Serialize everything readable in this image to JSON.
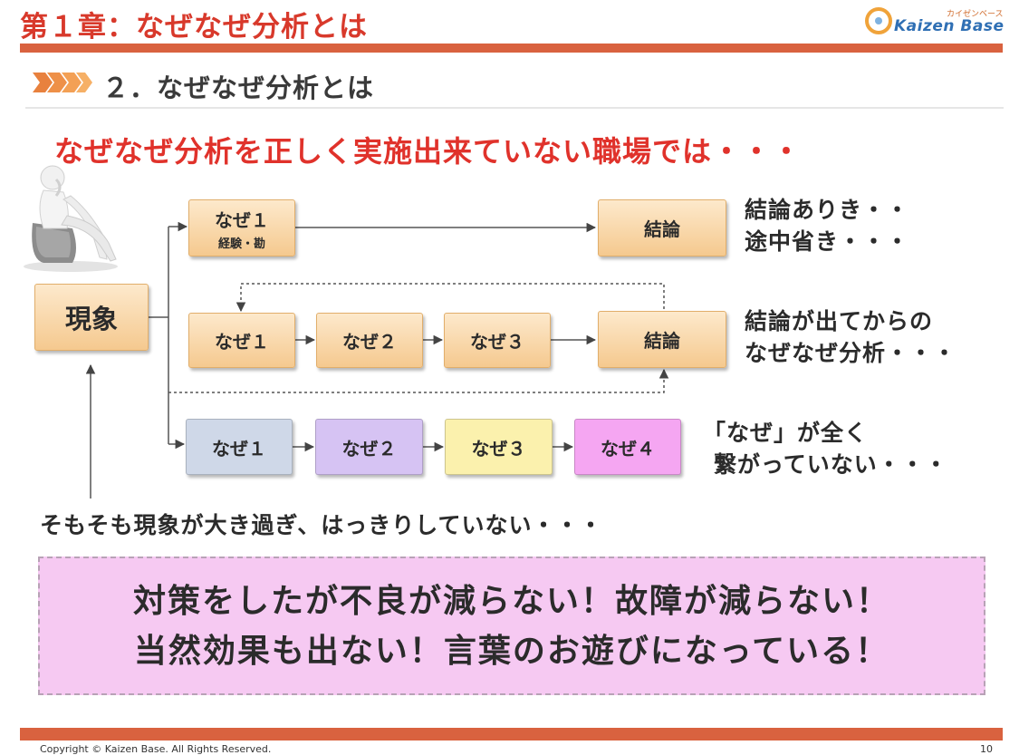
{
  "header": {
    "chapter_title": "第１章：なぜなぜ分析とは",
    "logo_small": "カイゼンベース",
    "logo_name": "Kaizen Base"
  },
  "section": {
    "title": "２．なぜなぜ分析とは"
  },
  "headline": "なぜなぜ分析を正しく実施出来ていない職場では・・・",
  "phenomenon": "現象",
  "row1": {
    "why_label": "なぜ１",
    "why_sub": "経験・勘",
    "conclusion": "結論",
    "note_lines": [
      "結論ありき・・",
      "途中省き・・・"
    ]
  },
  "row2": {
    "whys": [
      "なぜ１",
      "なぜ２",
      "なぜ３"
    ],
    "conclusion": "結論",
    "note_lines": [
      "結論が出てからの",
      "なぜなぜ分析・・・"
    ]
  },
  "row3": {
    "whys": [
      "なぜ１",
      "なぜ２",
      "なぜ３",
      "なぜ４"
    ],
    "colors": [
      "#cfd8e8",
      "#d6c3f3",
      "#fbf1ad",
      "#f5a6f2"
    ],
    "note_lines": [
      "「なぜ」が全く",
      "繋がっていない・・・"
    ]
  },
  "bottom_note": "そもそも現象が大き過ぎ、はっきりしていない・・・",
  "callout": {
    "lines": [
      "対策をしたが不良が減らない！故障が減らない！",
      "当然効果も出ない！言葉のお遊びになっている！"
    ]
  },
  "footer": {
    "copyright": "Copyright © Kaizen Base. All Rights Reserved.",
    "page_number": "10"
  }
}
